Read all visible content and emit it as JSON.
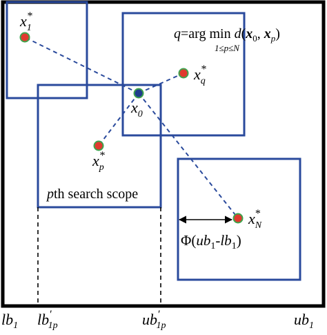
{
  "colors": {
    "frame": "#000000",
    "scope": "#2a4a9c",
    "dash": "#2a4a9c",
    "point_fill": "#e03a2f",
    "point_ring": "#3fa34d",
    "center_fill": "#1f3d8c"
  },
  "points": {
    "x1": {
      "base": "x",
      "sub": "1",
      "sup": "*"
    },
    "xq": {
      "base": "x",
      "sub": "q",
      "sup": "*"
    },
    "x0": {
      "base": "x",
      "sub": "0"
    },
    "xp": {
      "base": "x",
      "sub": "p",
      "sup": "*"
    },
    "xN": {
      "base": "x",
      "sub": "N",
      "sup": "*"
    }
  },
  "formula": {
    "lhs": "q",
    "eq": "=arg min",
    "fn": "d",
    "open": "(",
    "arg1_base": "x",
    "arg1_sub": "0",
    "comma": ", ",
    "arg2_base": "x",
    "arg2_sub": "p",
    "close": ")",
    "under": "1≤p≤N"
  },
  "scope_label": {
    "var": "p",
    "text": "th search scope"
  },
  "phi_label": {
    "phi": "Φ(",
    "a_base": "ub",
    "a_sub": "1",
    "minus": "-",
    "b_base": "lb",
    "b_sub": "1",
    "close": ")"
  },
  "axis_labels": {
    "lb1": {
      "base": "lb",
      "sub": "1"
    },
    "lb1p": {
      "base": "lb",
      "prime": "′",
      "sub": "1p"
    },
    "ub1p": {
      "base": "ub",
      "prime": "′",
      "sub": "1p"
    },
    "ub1": {
      "base": "ub",
      "sub": "1"
    }
  }
}
